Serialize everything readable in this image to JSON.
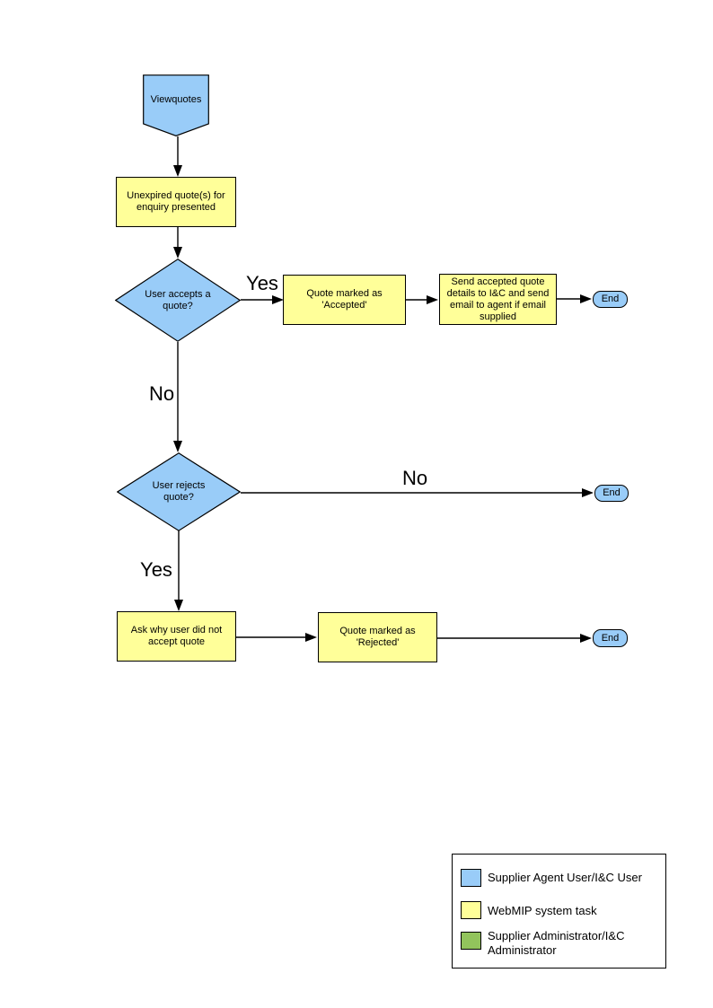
{
  "colors": {
    "user_blue": "#99CCF8",
    "system_yellow": "#FFFF99",
    "admin_green": "#92C45C",
    "line_black": "#000000"
  },
  "nodes": {
    "start": {
      "label": "Viewquotes"
    },
    "present_quotes": {
      "label": "Unexpired quote(s) for enquiry presented"
    },
    "accept_decision": {
      "label": "User accepts a quote?"
    },
    "mark_accepted": {
      "label": "Quote marked as 'Accepted'"
    },
    "send_details": {
      "label": "Send accepted quote details to I&C and send email to agent if email supplied"
    },
    "end_accept": {
      "label": "End"
    },
    "reject_decision": {
      "label": "User rejects quote?"
    },
    "end_no_reject": {
      "label": "End"
    },
    "ask_why": {
      "label": "Ask why user did not accept quote"
    },
    "mark_rejected": {
      "label": "Quote marked as 'Rejected'"
    },
    "end_reject": {
      "label": "End"
    }
  },
  "edge_labels": {
    "accept_yes": "Yes",
    "accept_no": "No",
    "reject_no": "No",
    "reject_yes": "Yes"
  },
  "legend": {
    "items": [
      {
        "color": "#99CCF8",
        "label": "Supplier Agent User/I&C User"
      },
      {
        "color": "#FFFF99",
        "label": "WebMIP system task"
      },
      {
        "color": "#92C45C",
        "label": "Supplier Administrator/I&C Administrator"
      }
    ]
  }
}
